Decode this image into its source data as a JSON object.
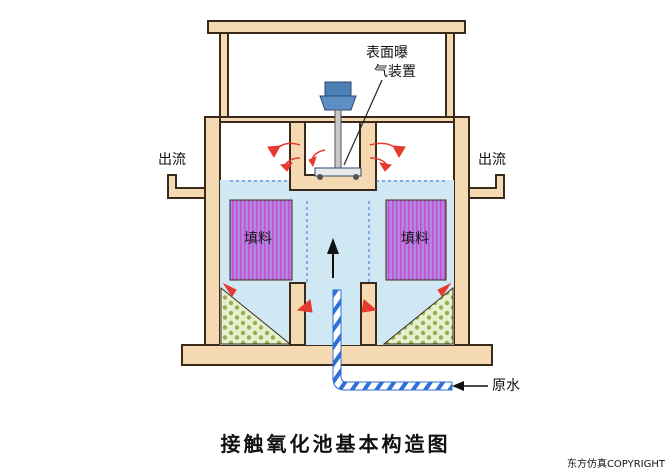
{
  "labels": {
    "aerator": [
      "表面曝",
      "气装置"
    ],
    "outflow_left": "出流",
    "outflow_right": "出流",
    "packing_left": "填料",
    "packing_right": "填料",
    "raw_water": "原水"
  },
  "caption": "接触氧化池基本构造图",
  "copyright": "东方仿真COPYRIGHT",
  "colors": {
    "wall": "#f4d9b2",
    "wall_stroke": "#3a2a1a",
    "water": "#cfe8f4",
    "packing": "#a98ae6",
    "packing_stripe": "#d24ac8",
    "sludge": "#e5f1ce",
    "sludge_dot": "#9aab52",
    "flow_arrow": "#e63a2f",
    "pipe": "#2f6fd6",
    "aerator": "#4b7fb5"
  }
}
